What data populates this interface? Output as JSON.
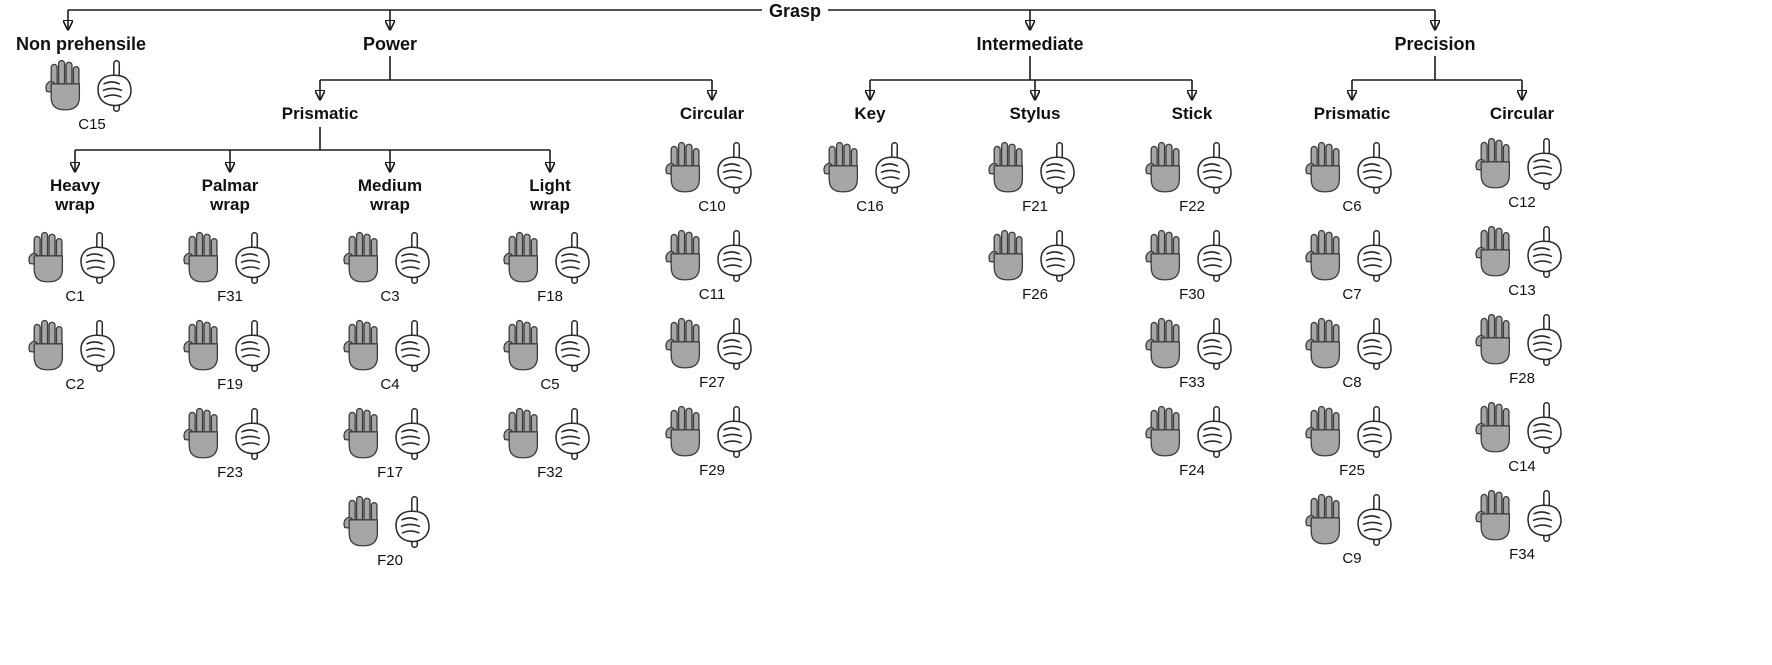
{
  "diagram": {
    "root": "Grasp",
    "colors": {
      "hand_shade": "#a6a6a6",
      "line": "#1a1a1a",
      "text": "#111111"
    },
    "icons": [
      {
        "name": "shaded-hand-icon",
        "meaning": "hand with shaded contact regions"
      },
      {
        "name": "grasp-illustration-icon",
        "meaning": "line drawing of hand grasping object"
      }
    ],
    "branches": [
      {
        "id": "non-prehensile",
        "label": "Non prehensile",
        "grasps": [
          {
            "code": "C15"
          }
        ]
      },
      {
        "id": "power",
        "label": "Power",
        "children": [
          {
            "id": "power-prismatic",
            "label": "Prismatic",
            "children": [
              {
                "id": "heavy-wrap",
                "label": "Heavy wrap",
                "grasps": [
                  {
                    "code": "C1"
                  },
                  {
                    "code": "C2"
                  }
                ]
              },
              {
                "id": "palmar-wrap",
                "label": "Palmar wrap",
                "grasps": [
                  {
                    "code": "F31"
                  },
                  {
                    "code": "F19"
                  },
                  {
                    "code": "F23"
                  }
                ]
              },
              {
                "id": "medium-wrap",
                "label": "Medium wrap",
                "grasps": [
                  {
                    "code": "C3"
                  },
                  {
                    "code": "C4"
                  },
                  {
                    "code": "F17"
                  },
                  {
                    "code": "F20"
                  }
                ]
              },
              {
                "id": "light-wrap",
                "label": "Light wrap",
                "grasps": [
                  {
                    "code": "F18"
                  },
                  {
                    "code": "C5"
                  },
                  {
                    "code": "F32"
                  }
                ]
              }
            ]
          },
          {
            "id": "power-circular",
            "label": "Circular",
            "grasps": [
              {
                "code": "C10"
              },
              {
                "code": "C11"
              },
              {
                "code": "F27"
              },
              {
                "code": "F29"
              }
            ]
          }
        ]
      },
      {
        "id": "intermediate",
        "label": "Intermediate",
        "children": [
          {
            "id": "key",
            "label": "Key",
            "grasps": [
              {
                "code": "C16"
              }
            ]
          },
          {
            "id": "stylus",
            "label": "Stylus",
            "grasps": [
              {
                "code": "F21"
              },
              {
                "code": "F26"
              }
            ]
          },
          {
            "id": "stick",
            "label": "Stick",
            "grasps": [
              {
                "code": "F22"
              },
              {
                "code": "F30"
              },
              {
                "code": "F33"
              },
              {
                "code": "F24"
              }
            ]
          }
        ]
      },
      {
        "id": "precision",
        "label": "Precision",
        "children": [
          {
            "id": "precision-prismatic",
            "label": "Prismatic",
            "grasps": [
              {
                "code": "C6"
              },
              {
                "code": "C7"
              },
              {
                "code": "C8"
              },
              {
                "code": "F25"
              },
              {
                "code": "C9"
              }
            ]
          },
          {
            "id": "precision-circular",
            "label": "Circular",
            "grasps": [
              {
                "code": "C12"
              },
              {
                "code": "C13"
              },
              {
                "code": "F28"
              },
              {
                "code": "C14"
              },
              {
                "code": "F34"
              }
            ]
          }
        ]
      }
    ]
  }
}
